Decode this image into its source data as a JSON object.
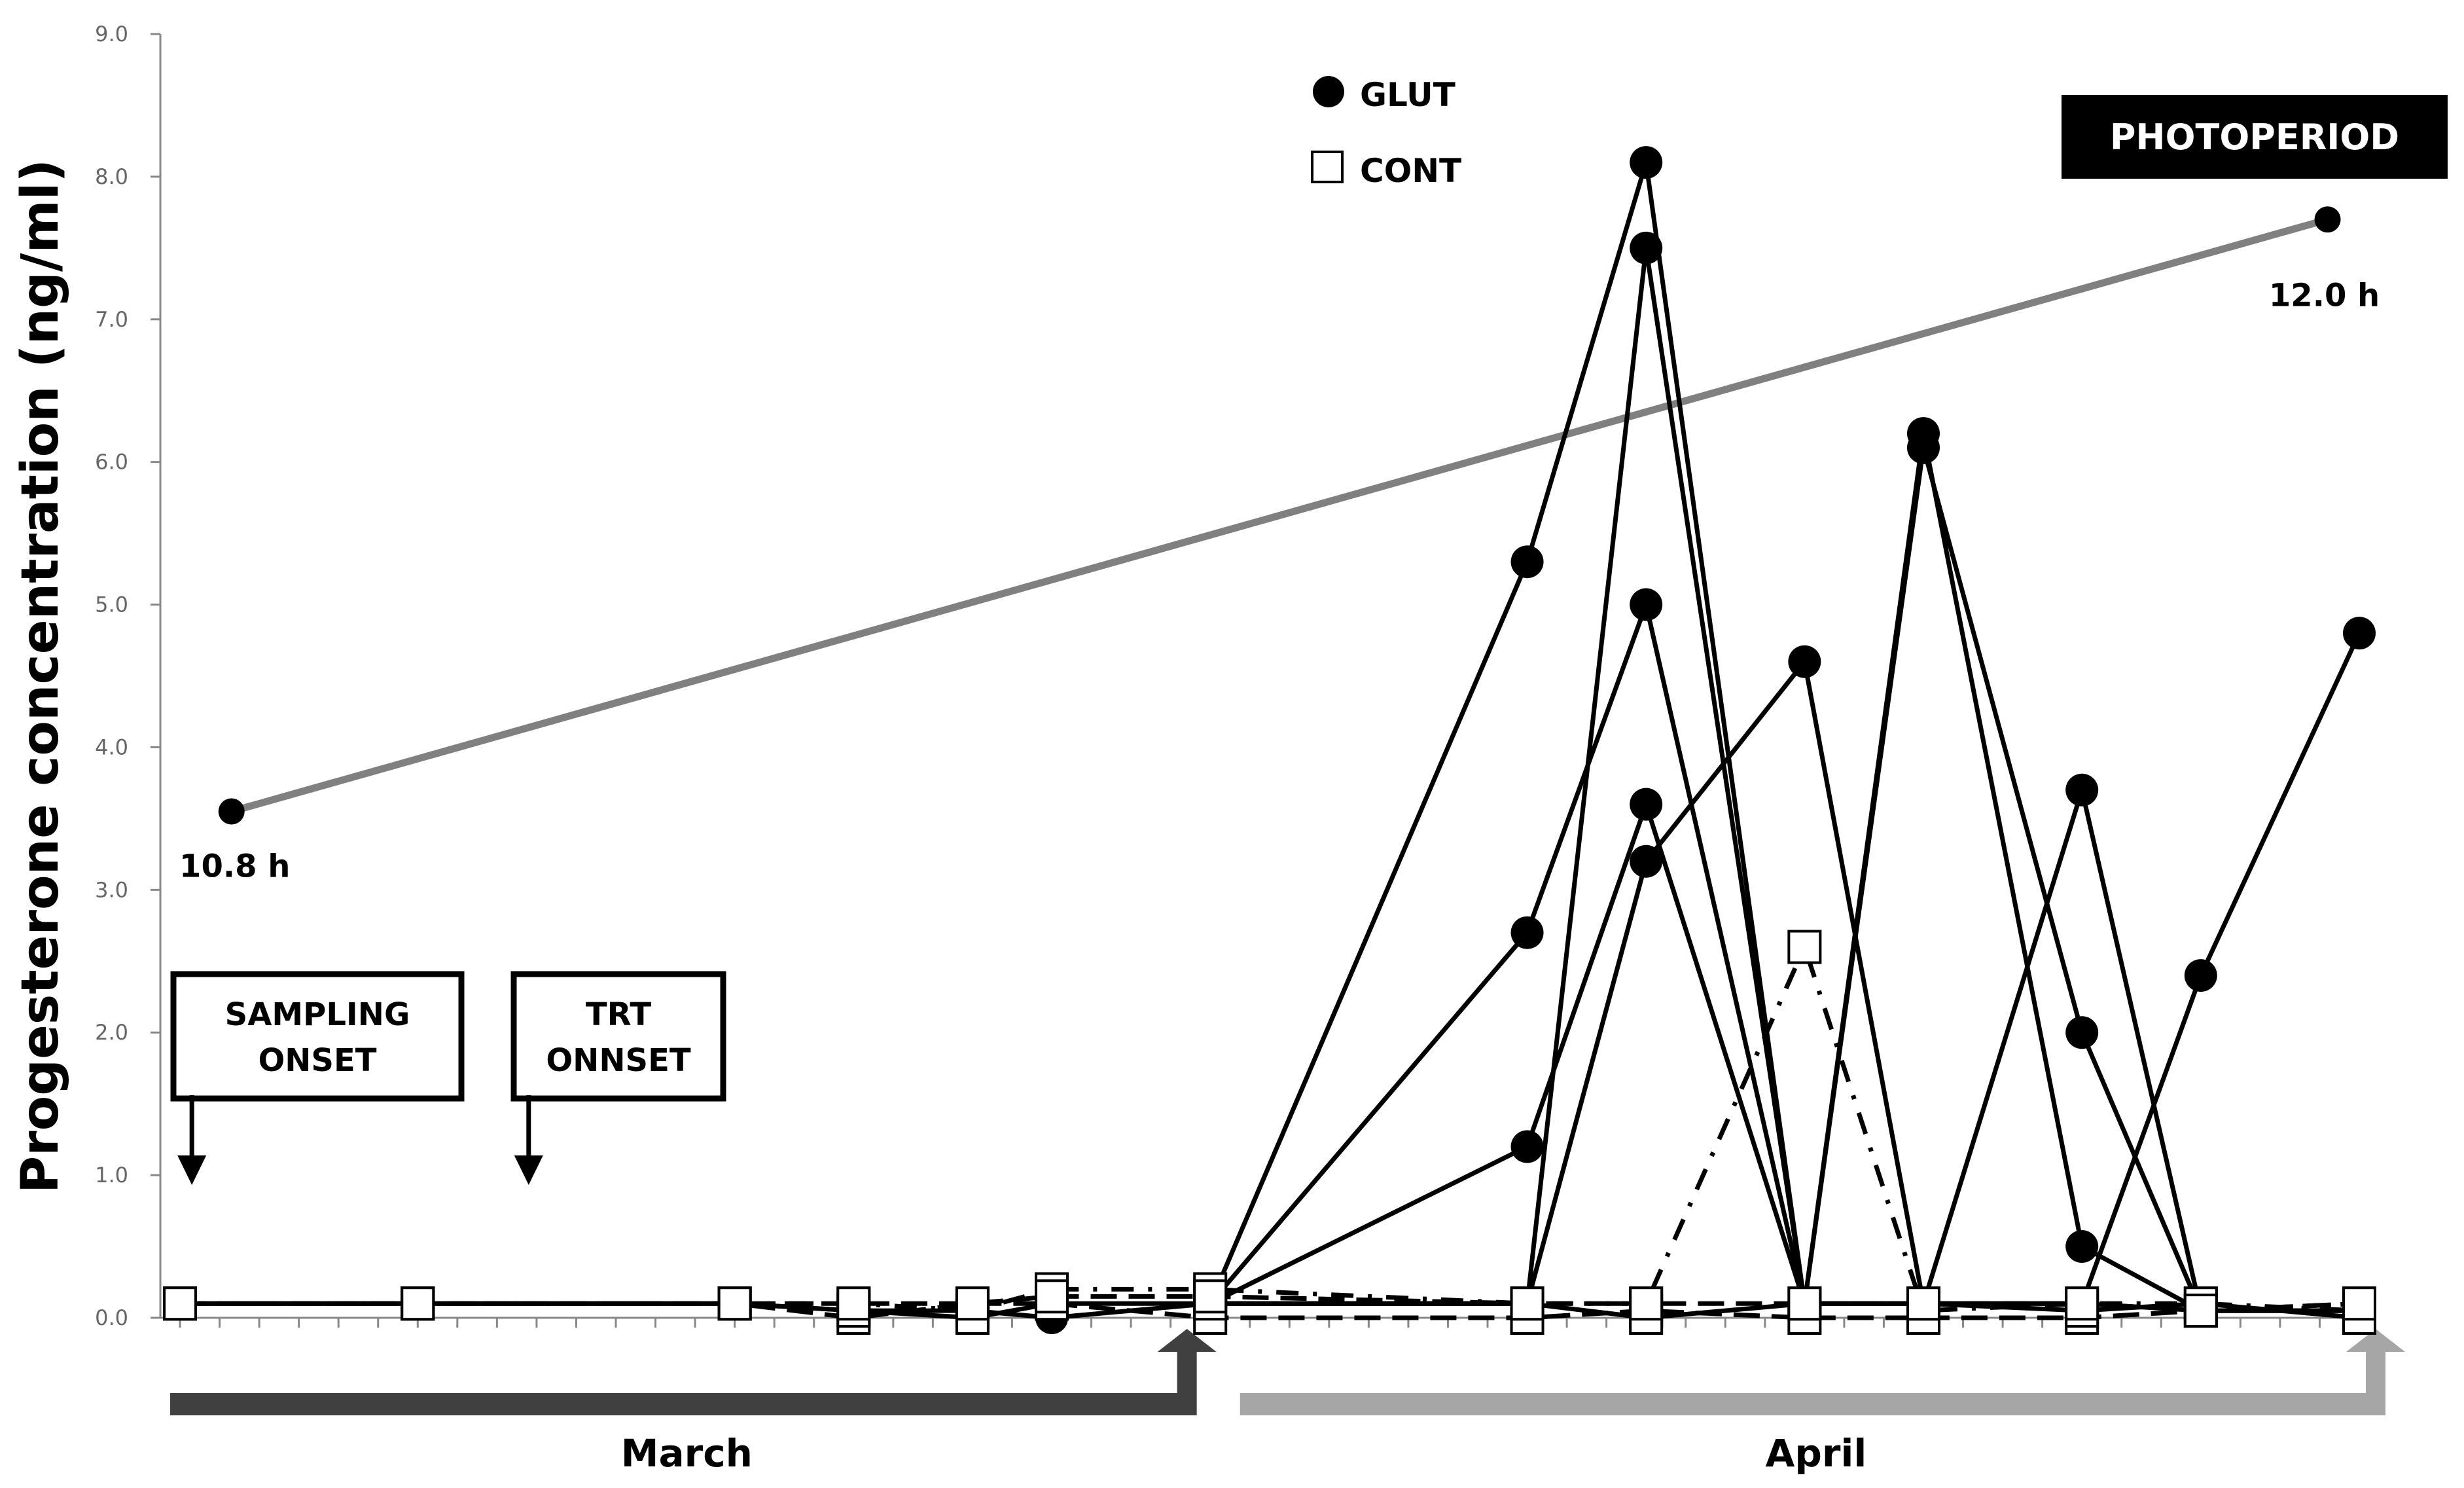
{
  "chart_data": {
    "type": "line",
    "ylabel": "Progesterone concentration (ng/ml)",
    "xlabel": "",
    "ylim": [
      0,
      9
    ],
    "yticks": [
      "0.0",
      "1.0",
      "2.0",
      "3.0",
      "4.0",
      "5.0",
      "6.0",
      "7.0",
      "8.0",
      "9.0"
    ],
    "xlim": [
      0,
      55
    ],
    "grid": false,
    "legend_position": "top-center",
    "legend": [
      {
        "label": "GLUT",
        "marker": "filled-circle"
      },
      {
        "label": "CONT",
        "marker": "open-square"
      }
    ],
    "months": [
      {
        "label": "March",
        "start": 0,
        "end": 25,
        "color": "#404040"
      },
      {
        "label": "April",
        "start": 27,
        "end": 55,
        "color": "#a6a6a6"
      }
    ],
    "photoperiod": {
      "title": "PHOTOPERIOD",
      "color": "#808080",
      "start": {
        "x": 1.3,
        "y": 3.55,
        "label": "10.8 h"
      },
      "end": {
        "x": 54.2,
        "y": 7.7,
        "label": "12.0 h"
      }
    },
    "annotations": [
      {
        "lines": [
          "SAMPLING",
          "ONSET"
        ],
        "x": 0.3
      },
      {
        "lines": [
          "TRT",
          "ONNSET"
        ],
        "x": 8.8
      }
    ],
    "series": [
      {
        "group": "GLUT",
        "marker": "circle",
        "style": "solid",
        "x": [
          26,
          34,
          37,
          41,
          44,
          48,
          51,
          55
        ],
        "y": [
          0.1,
          5.3,
          8.1,
          0.1,
          0.1,
          3.7,
          0.05,
          0.05
        ]
      },
      {
        "group": "GLUT",
        "marker": "circle",
        "style": "solid",
        "x": [
          26,
          34,
          37,
          41,
          44,
          48,
          51,
          55
        ],
        "y": [
          0.1,
          2.7,
          5.0,
          0.1,
          6.2,
          0.5,
          0.05,
          0.05
        ]
      },
      {
        "group": "GLUT",
        "marker": "circle",
        "style": "solid",
        "x": [
          26,
          34,
          37,
          41,
          44,
          48,
          51,
          55
        ],
        "y": [
          0.1,
          1.2,
          3.6,
          0.1,
          6.1,
          2.0,
          0.05,
          0.05
        ]
      },
      {
        "group": "GLUT",
        "marker": "circle",
        "style": "solid",
        "x": [
          26,
          34,
          37,
          41,
          44,
          48,
          51,
          55
        ],
        "y": [
          0.1,
          0.1,
          7.5,
          0.1,
          0.1,
          0.1,
          2.4,
          4.8
        ]
      },
      {
        "group": "GLUT",
        "marker": "circle",
        "style": "solid",
        "x": [
          26,
          34,
          37,
          41,
          44,
          48,
          51,
          55
        ],
        "y": [
          0.1,
          0.1,
          3.2,
          4.6,
          0.1,
          0.1,
          0.05,
          0.05
        ]
      },
      {
        "group": "GLUT",
        "marker": "circle",
        "style": "solid",
        "x": [
          0,
          6,
          14,
          17,
          20,
          22,
          26
        ],
        "y": [
          0.1,
          0.1,
          0.1,
          0.05,
          0.05,
          0.0,
          0.1
        ]
      },
      {
        "group": "CONT",
        "marker": "square",
        "style": "dash-dot",
        "x": [
          0,
          6,
          14,
          17,
          20,
          22,
          26,
          34,
          37,
          41,
          44,
          48,
          51,
          55
        ],
        "y": [
          0.1,
          0.1,
          0.1,
          0.1,
          0.05,
          0.2,
          0.2,
          0.1,
          0.1,
          2.6,
          0.05,
          0.1,
          0.1,
          0.05
        ]
      },
      {
        "group": "CONT",
        "marker": "square",
        "style": "dash",
        "x": [
          0,
          6,
          14,
          17,
          20,
          22,
          26,
          34,
          37,
          41,
          44,
          48,
          51,
          55
        ],
        "y": [
          0.1,
          0.1,
          0.1,
          0.0,
          0.1,
          0.1,
          0.0,
          0.0,
          0.05,
          0.0,
          0.0,
          0.0,
          0.05,
          0.1
        ]
      },
      {
        "group": "CONT",
        "marker": "square",
        "style": "solid",
        "x": [
          0,
          6,
          14,
          17,
          20,
          22,
          26,
          34,
          37,
          41,
          44,
          48,
          51,
          55
        ],
        "y": [
          0.1,
          0.1,
          0.1,
          0.05,
          0.0,
          0.1,
          0.1,
          0.1,
          0.0,
          0.1,
          0.1,
          0.05,
          0.1,
          0.0
        ]
      },
      {
        "group": "CONT",
        "marker": "square",
        "style": "dash",
        "x": [
          0,
          6,
          14,
          17,
          20,
          22,
          26,
          34,
          37,
          41,
          44,
          48,
          51,
          55
        ],
        "y": [
          0.1,
          0.1,
          0.1,
          0.1,
          0.1,
          0.15,
          0.15,
          0.1,
          0.1,
          0.1,
          0.1,
          0.1,
          0.05,
          0.1
        ]
      }
    ]
  }
}
